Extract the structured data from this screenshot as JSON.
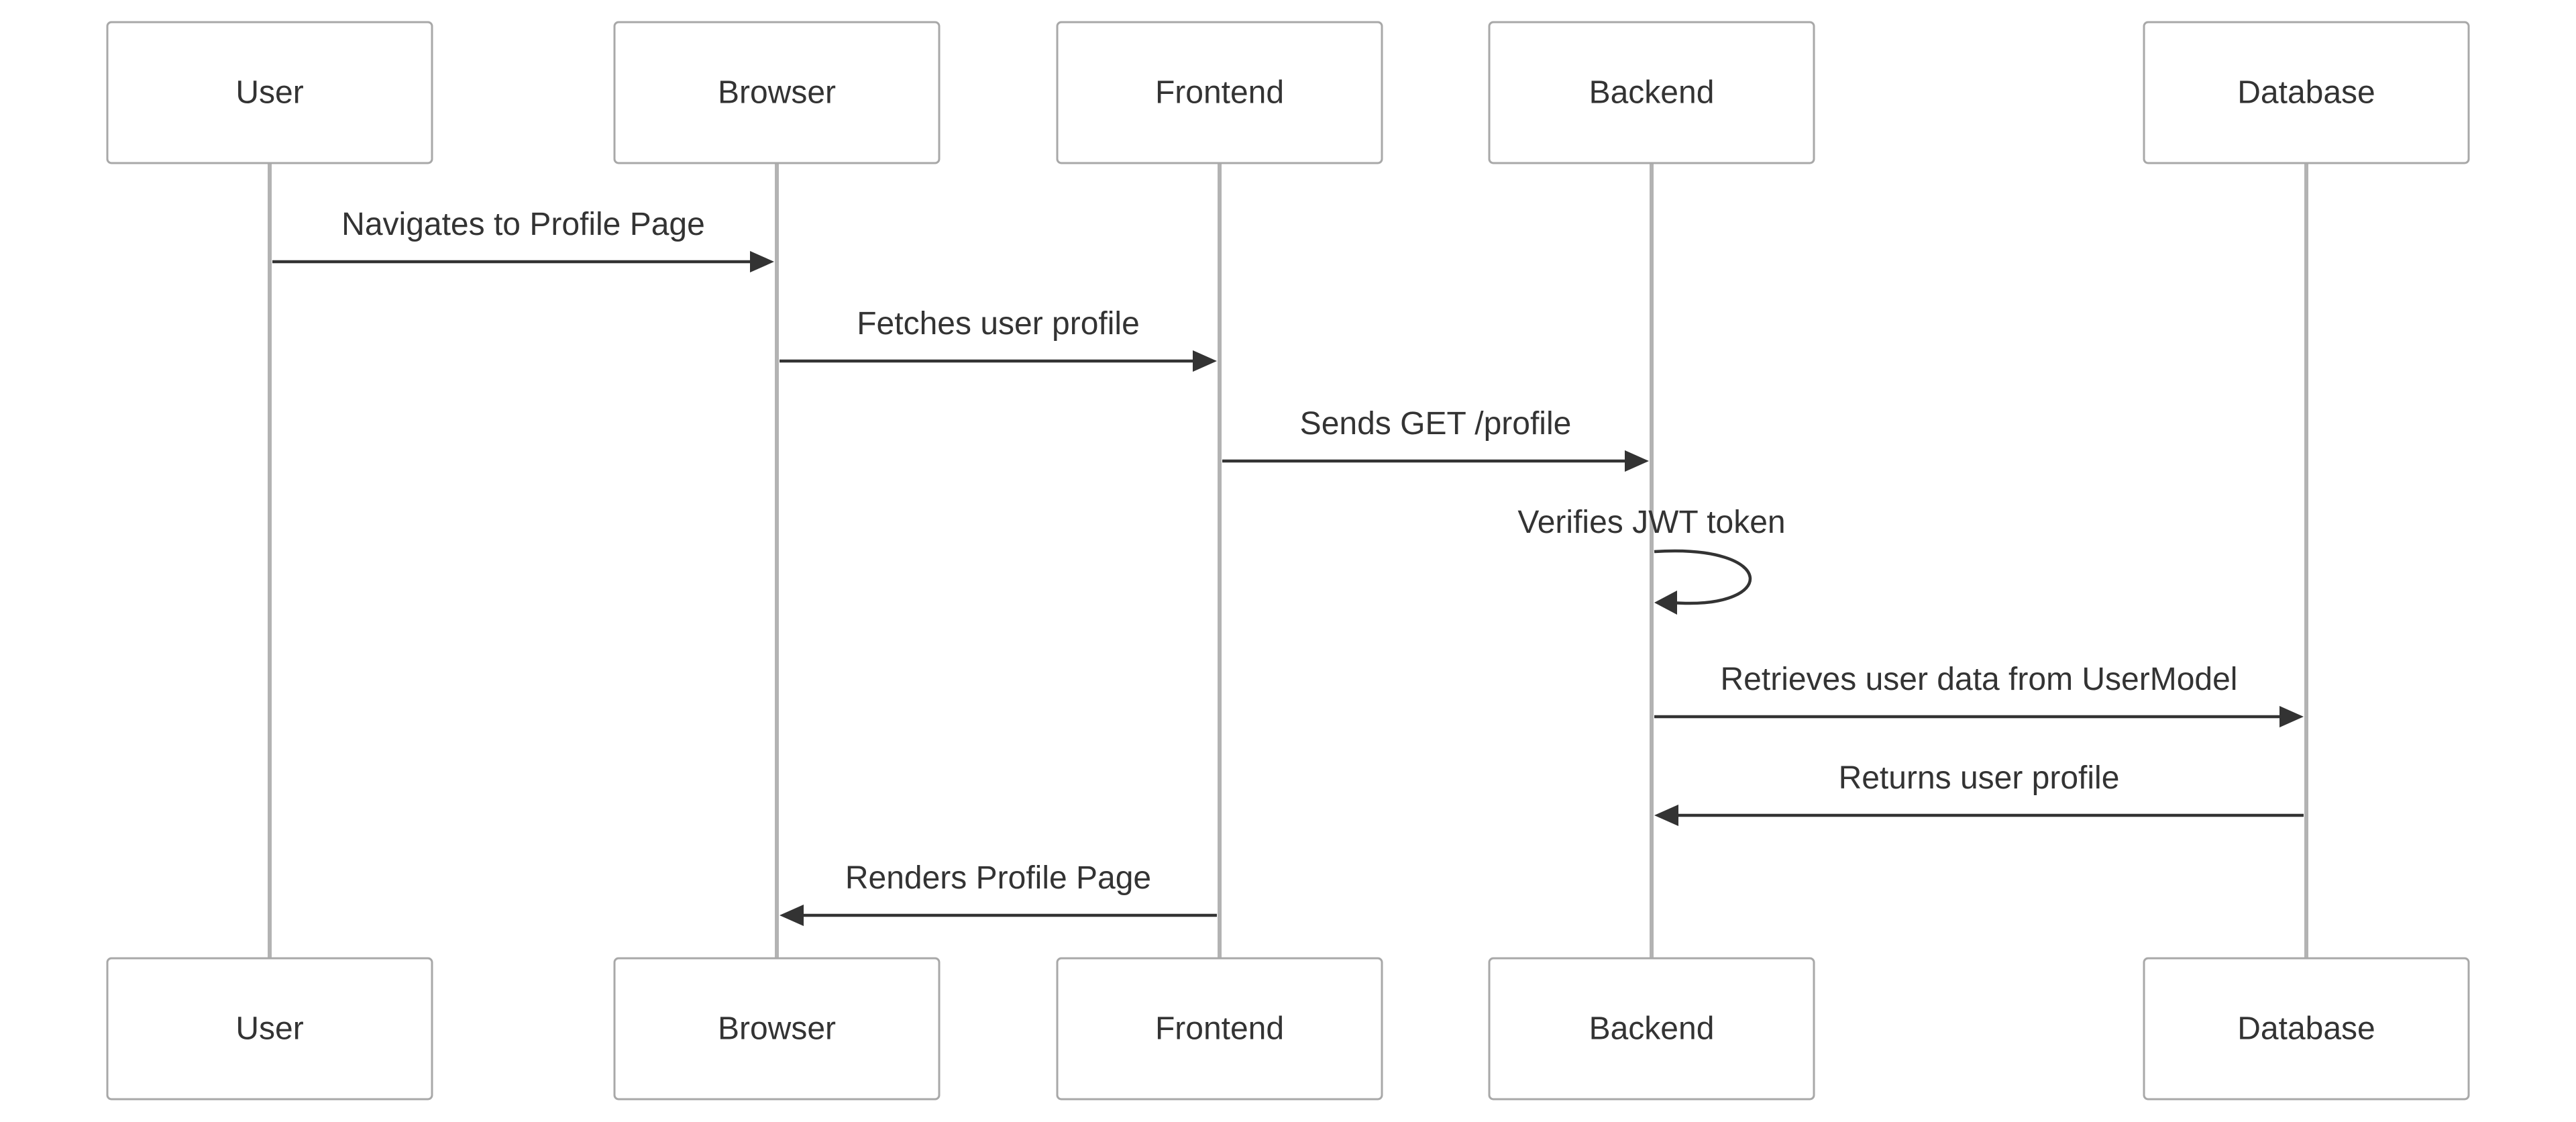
{
  "diagram": {
    "type": "sequence",
    "participants": [
      {
        "id": "user",
        "label": "User"
      },
      {
        "id": "browser",
        "label": "Browser"
      },
      {
        "id": "frontend",
        "label": "Frontend"
      },
      {
        "id": "backend",
        "label": "Backend"
      },
      {
        "id": "database",
        "label": "Database"
      }
    ],
    "messages": [
      {
        "from": "user",
        "to": "browser",
        "label": "Navigates to Profile Page"
      },
      {
        "from": "browser",
        "to": "frontend",
        "label": "Fetches user profile"
      },
      {
        "from": "frontend",
        "to": "backend",
        "label": "Sends GET /profile"
      },
      {
        "from": "backend",
        "to": "backend",
        "label": "Verifies JWT token"
      },
      {
        "from": "backend",
        "to": "database",
        "label": "Retrieves user data from UserModel"
      },
      {
        "from": "database",
        "to": "backend",
        "label": "Returns user profile"
      },
      {
        "from": "frontend",
        "to": "browser",
        "label": "Renders Profile Page"
      }
    ]
  }
}
